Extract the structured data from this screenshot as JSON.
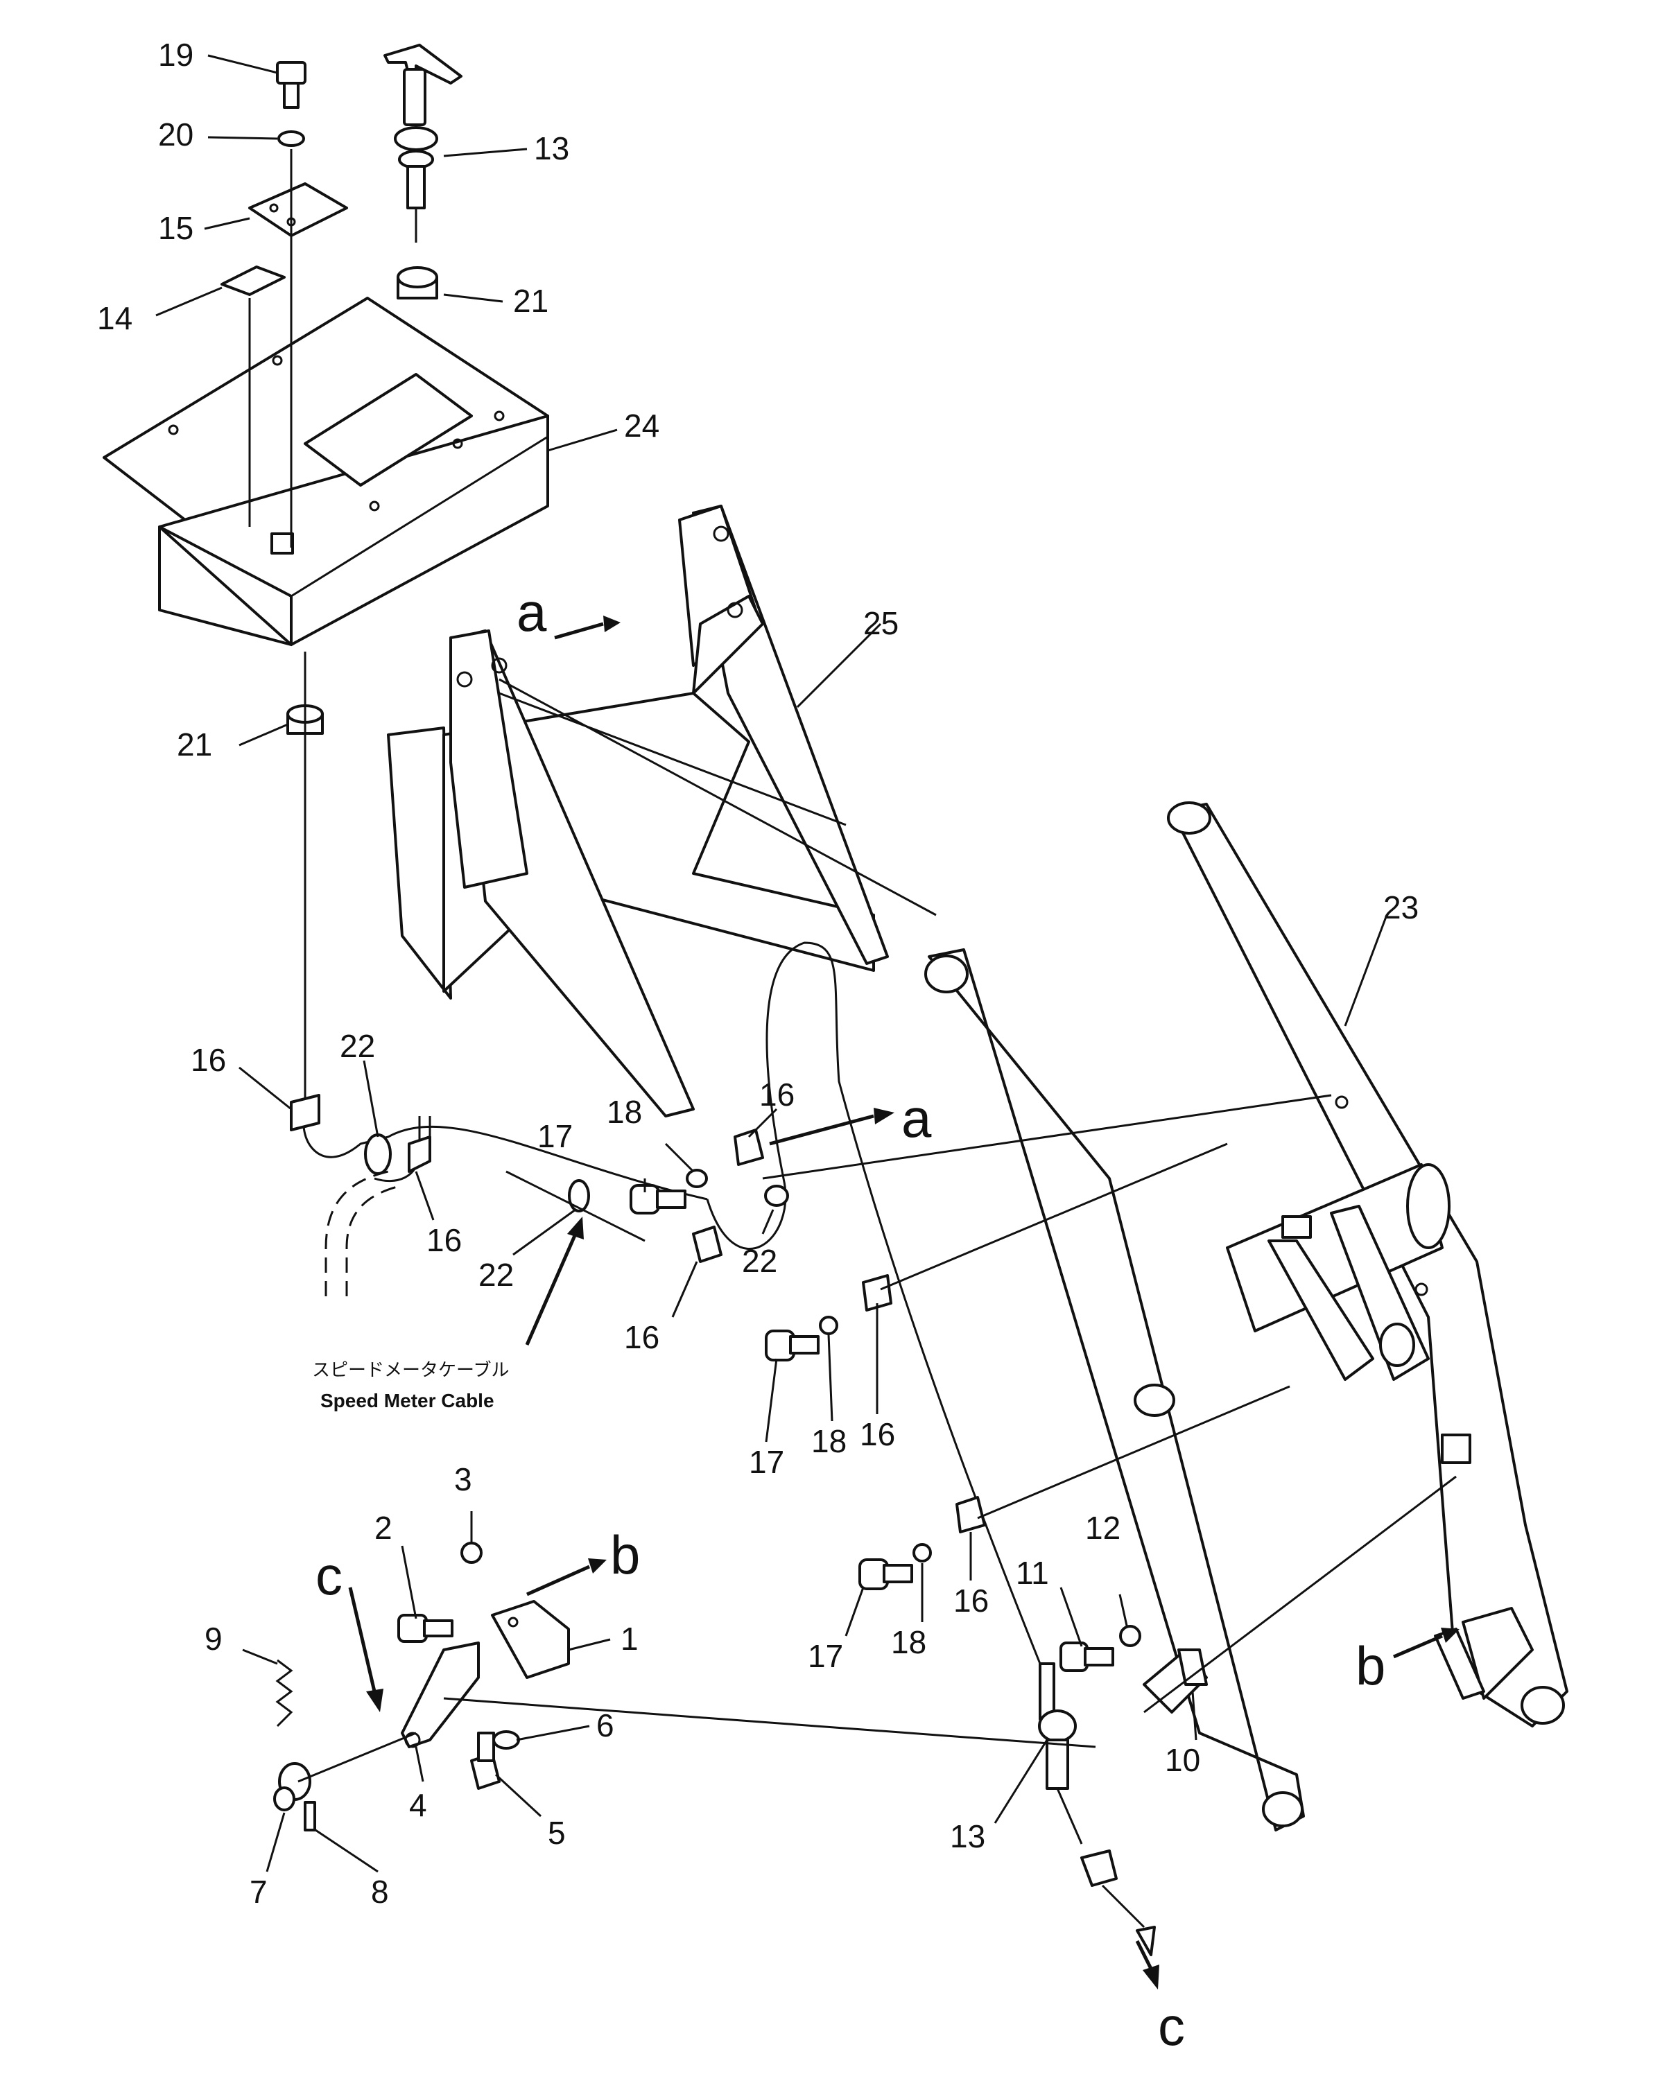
{
  "callouts": {
    "n1": "1",
    "n2": "2",
    "n3": "3",
    "n4": "4",
    "n5": "5",
    "n6": "6",
    "n7": "7",
    "n8": "8",
    "n9": "9",
    "n10": "10",
    "n11": "11",
    "n12": "12",
    "n13_top": "13",
    "n13_bottom": "13",
    "n14": "14",
    "n15": "15",
    "n16_a": "16",
    "n16_b": "16",
    "n16_c": "16",
    "n16_d": "16",
    "n16_e": "16",
    "n16_f": "16",
    "n17_a": "17",
    "n17_b": "17",
    "n17_c": "17",
    "n18_a": "18",
    "n18_b": "18",
    "n18_c": "18",
    "n19": "19",
    "n20": "20",
    "n21_top": "21",
    "n21_bottom": "21",
    "n22_a": "22",
    "n22_b": "22",
    "n22_c": "22",
    "n23": "23",
    "n24": "24",
    "n25": "25"
  },
  "references": {
    "a_start": "a",
    "a_end": "a",
    "b_start": "b",
    "b_end": "b",
    "c_start": "c",
    "c_end": "c"
  },
  "caption": {
    "jp": "スピードメータケーブル",
    "en": "Speed Meter Cable"
  }
}
